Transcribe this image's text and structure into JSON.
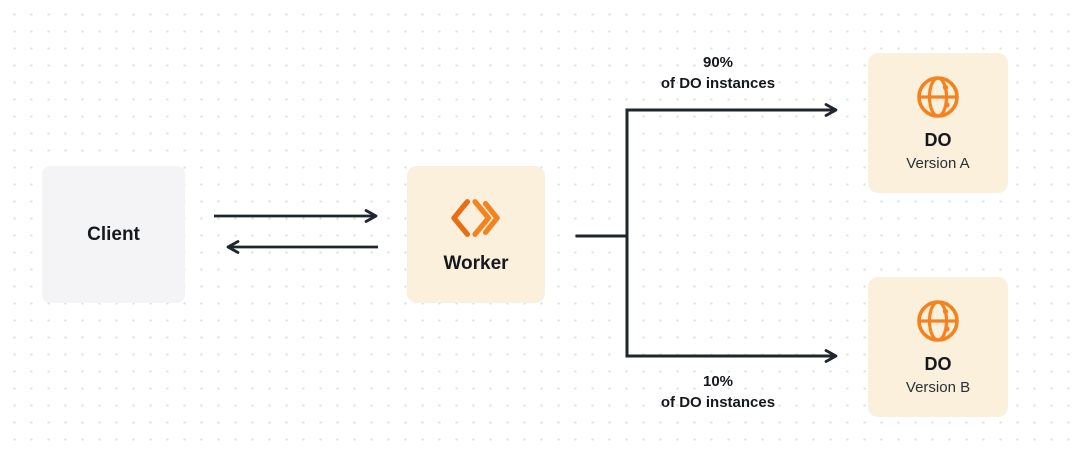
{
  "diagram": {
    "client": {
      "label": "Client"
    },
    "worker": {
      "label": "Worker"
    },
    "do_a": {
      "title": "DO",
      "subtitle": "Version A"
    },
    "do_b": {
      "title": "DO",
      "subtitle": "Version B"
    },
    "route_top": {
      "percent": "90%",
      "caption": "of DO instances"
    },
    "route_bottom": {
      "percent": "10%",
      "caption": "of DO instances"
    }
  },
  "icons": {
    "worker_icon": "workers-chevrons-icon",
    "durable_object_icon": "globe-icon"
  },
  "colors": {
    "orange": "#f6821f",
    "orange_dark": "#ea6c13",
    "cream_box": "#fbf0dc",
    "client_box": "#f4f4f6",
    "line": "#20262e",
    "dot_grid": "#d9dde2",
    "text": "#15181d"
  }
}
